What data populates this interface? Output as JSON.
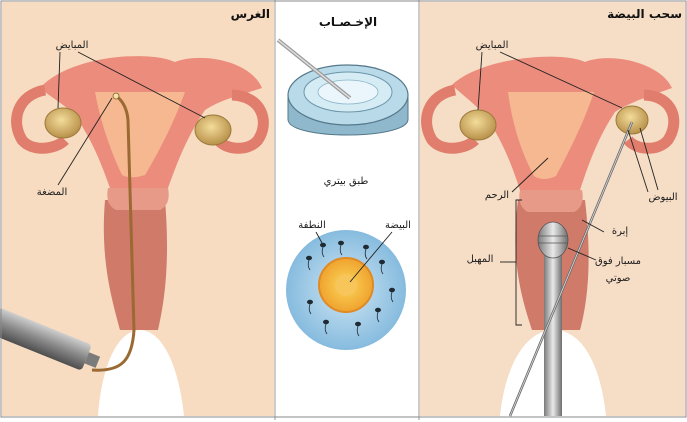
{
  "panels": {
    "transfer": {
      "title": "الغرس",
      "labels": {
        "ovaries": "المبايض",
        "embryo": "المضغة"
      }
    },
    "fertilization": {
      "title": "الإخـصـاب",
      "labels": {
        "petri_dish": "طبق بيتري",
        "sperm": "النطفة",
        "egg": "البيضة"
      }
    },
    "retrieval": {
      "title": "سحب البيضة",
      "labels": {
        "ovaries": "المبايض",
        "uterus": "الرحم",
        "eggs": "البيوض",
        "needle": "إبرة",
        "vagina": "المهبل",
        "ultrasound_probe_line1": "مسبار فوق",
        "ultrasound_probe_line2": "صوتي"
      }
    }
  },
  "colors": {
    "left_bg": "#f7dcc1",
    "middle_bg": "#ffffff",
    "right_bg": "#f6ddc6",
    "uterus": "#ec8c7c",
    "uterus_inner": "#f5b890",
    "ovary": "#d9b96a",
    "cervix": "#d07a6a",
    "petri": "#b9dbe9",
    "sperm_field": "#9cc9e4",
    "egg": "#f3b735"
  }
}
